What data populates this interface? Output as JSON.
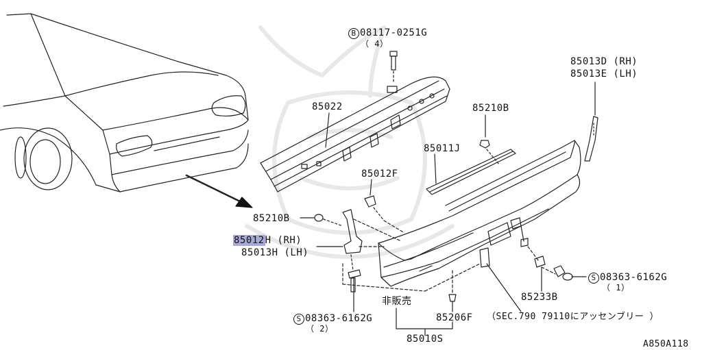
{
  "labels": {
    "bolt_top": {
      "prefix": "B",
      "code": "08117-0251G",
      "qty": "（ 4）"
    },
    "reinforcement": "85022",
    "side_bracket": {
      "rh": "85013D (RH)",
      "lh": "85013E (LH)"
    },
    "clip_top": "85210B",
    "seal_strip": "85011J",
    "bracket_f": "85012F",
    "clip_left": "85210B",
    "bracket_h": {
      "highlight": "85012",
      "rh_suffix": "H (RH)",
      "lh": "85013H (LH)"
    },
    "screw_right": {
      "prefix": "S",
      "code": "08363-6162G",
      "qty": "（ 1）"
    },
    "bracket_b": "85233B",
    "not_sold": "非販売",
    "screw_bottom": {
      "prefix": "S",
      "code": "08363-6162G",
      "qty": "（ 2）"
    },
    "clip_bottom": "85206F",
    "sec_ref": "（SEC.790 79110にアッセンブリー ）",
    "assembly": "85010S",
    "diagram_id": "A850A118"
  }
}
